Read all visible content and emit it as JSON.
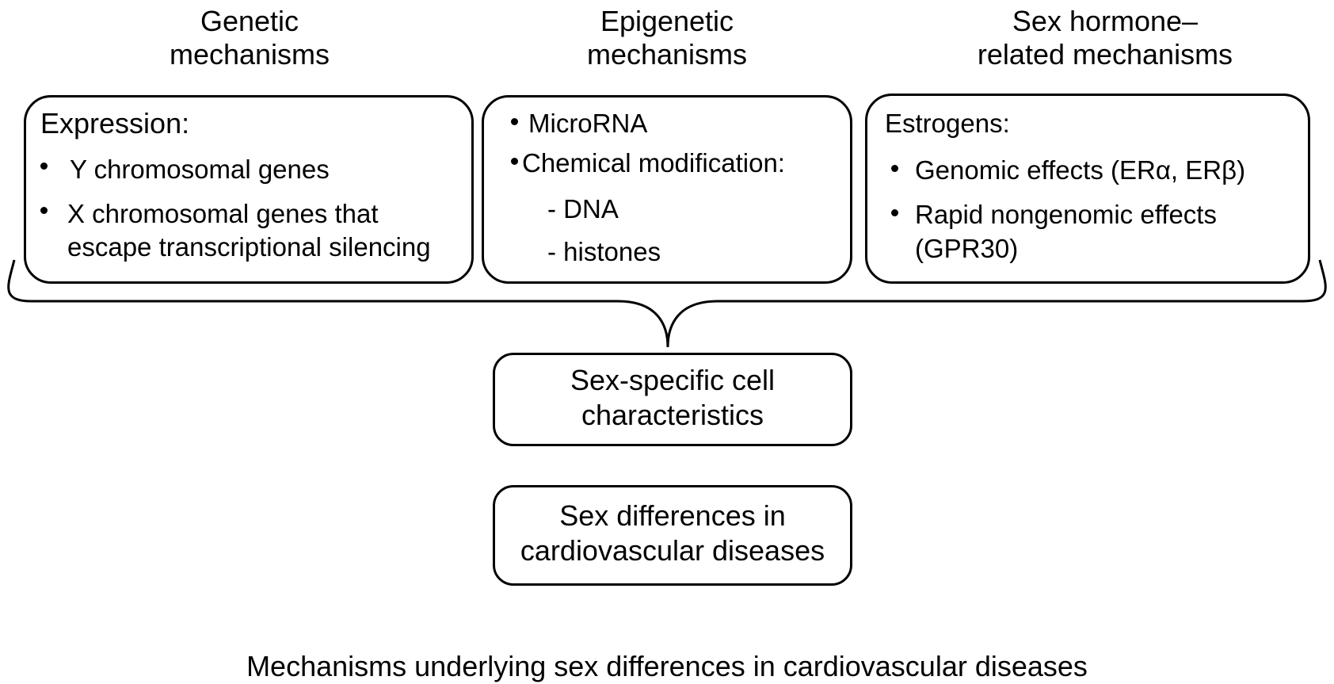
{
  "columns": [
    {
      "heading": [
        "Genetic",
        "mechanisms"
      ],
      "label": "Expression:",
      "bullets": [
        "Y chromosomal genes",
        "X chromosomal genes that",
        "escape transcriptional silencing"
      ]
    },
    {
      "heading": [
        "Epigenetic",
        "mechanisms"
      ],
      "bullets": [
        "MicroRNA",
        "Chemical modification:"
      ],
      "sub_items": [
        "- DNA",
        "- histones"
      ]
    },
    {
      "heading": [
        "Sex hormone–",
        "related mechanisms"
      ],
      "label": "Estrogens:",
      "bullets": [
        "Genomic effects (ERα, ERβ)",
        "Rapid nongenomic effects",
        "(GPR30)"
      ]
    }
  ],
  "result_box": [
    "Sex-specific cell",
    "characteristics"
  ],
  "outcome_box": [
    "Sex differences in",
    "cardiovascular diseases"
  ],
  "caption": "Mechanisms underlying sex differences in cardiovascular diseases"
}
